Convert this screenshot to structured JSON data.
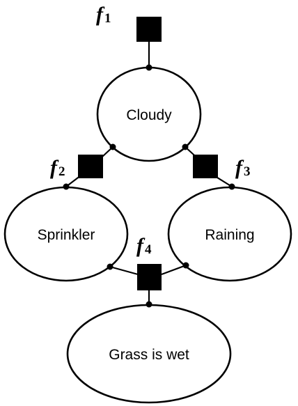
{
  "nodes": {
    "cloudy": "Cloudy",
    "sprinkler": "Sprinkler",
    "raining": "Raining",
    "grass": "Grass is wet"
  },
  "factors": {
    "f1": {
      "letter": "f",
      "sub": "1"
    },
    "f2": {
      "letter": "f",
      "sub": "2"
    },
    "f3": {
      "letter": "f",
      "sub": "3"
    },
    "f4": {
      "letter": "f",
      "sub": "4"
    }
  }
}
